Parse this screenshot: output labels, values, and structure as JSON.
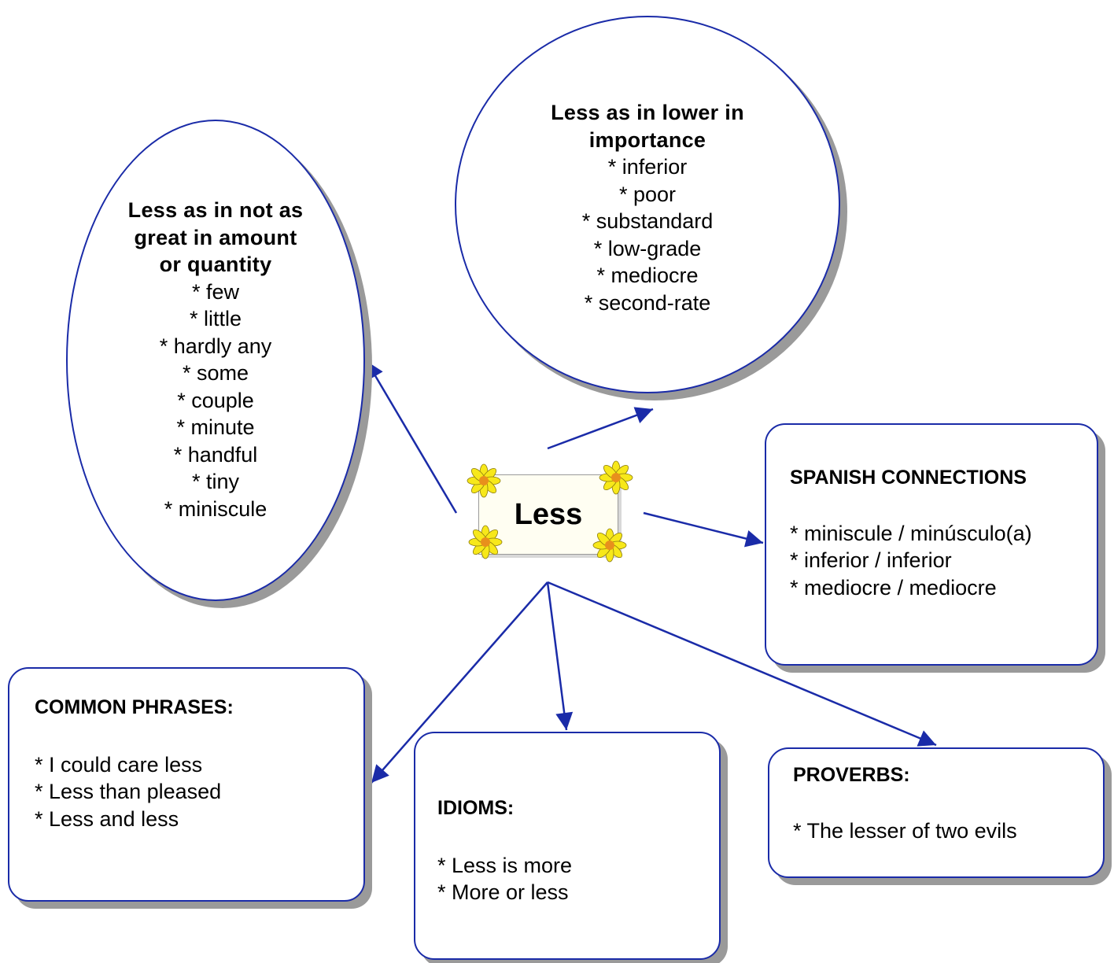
{
  "center": {
    "label": "Less"
  },
  "ellipse_left": {
    "title": [
      "Less as in not as",
      "great in amount",
      "or quantity"
    ],
    "items": [
      "* few",
      "* little",
      "* hardly any",
      "* some",
      "* couple",
      "* minute",
      "* handful",
      "* tiny",
      "* miniscule"
    ]
  },
  "ellipse_top": {
    "title": [
      "Less as in lower in",
      "importance"
    ],
    "items": [
      "* inferior",
      "* poor",
      "* substandard",
      "* low-grade",
      "* mediocre",
      "* second-rate"
    ]
  },
  "spanish": {
    "heading": "SPANISH CONNECTIONS",
    "items": [
      "* miniscule / minúsculo(a)",
      "* inferior / inferior",
      "* mediocre / mediocre"
    ]
  },
  "phrases": {
    "heading": "COMMON PHRASES:",
    "items": [
      "* I could care less",
      "* Less than pleased",
      "* Less and less"
    ]
  },
  "idioms": {
    "heading": "IDIOMS:",
    "items": [
      "* Less is more",
      "* More or less"
    ]
  },
  "proverbs": {
    "heading": "PROVERBS:",
    "items": [
      "* The lesser of two evils"
    ]
  },
  "colors": {
    "stroke": "#1a2ba8",
    "shadow": "#9a9a9a",
    "petal": "#f7e81a",
    "flower_center": "#e8901c"
  }
}
